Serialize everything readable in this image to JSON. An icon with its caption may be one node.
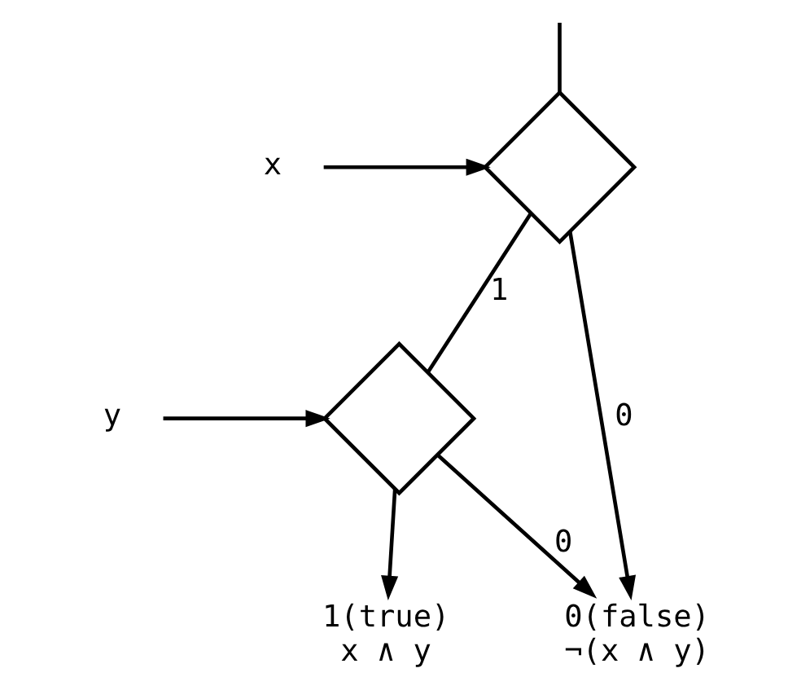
{
  "diagram": {
    "nodes": [
      {
        "text": [
          "x"
        ]
      },
      {
        "text": [],
        "shape": "diamond"
      },
      {
        "text": [
          "y"
        ]
      },
      {
        "text": [],
        "shape": "diamond"
      },
      {
        "text": [
          "x ∧ y"
        ],
        "beside": [
          "1(true)"
        ]
      },
      {
        "text": [
          "¬(x ∧ y)"
        ],
        "beside": [
          "0(false)"
        ]
      }
    ],
    "edges": [
      {
        "from": null,
        "to": 1,
        "arrow": "none"
      },
      {
        "from": 0,
        "to": 1,
        "arrow": "to"
      },
      {
        "from": 1,
        "to": 5,
        "arrow": "to",
        "label": "0"
      },
      {
        "from": 1,
        "to": 3,
        "arrow": "none",
        "label": "1"
      },
      {
        "from": 2,
        "to": 3,
        "arrow": "to"
      },
      {
        "from": 3,
        "to": 5,
        "arrow": "to",
        "label": "0"
      },
      {
        "from": 3,
        "to": 4,
        "arrow": "to"
      }
    ]
  }
}
